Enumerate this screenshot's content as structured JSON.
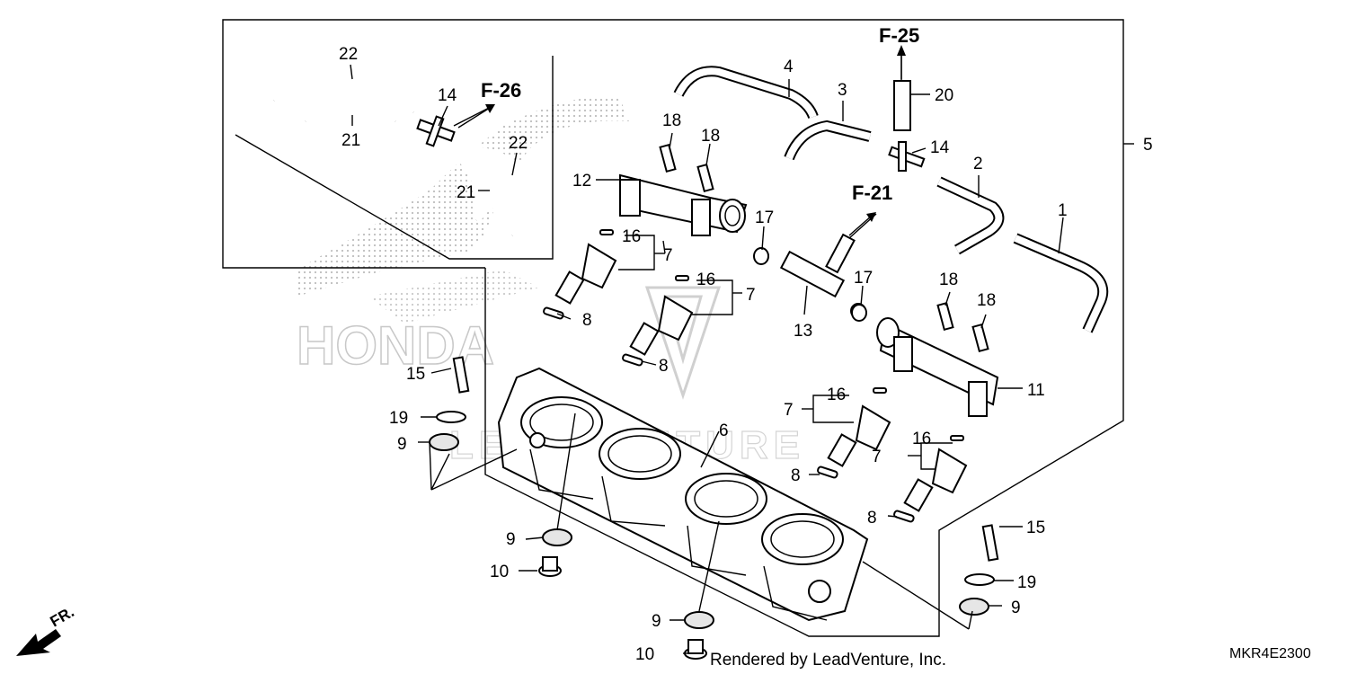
{
  "callouts": {
    "c1": "1",
    "c2": "2",
    "c3": "3",
    "c4": "4",
    "c5": "5",
    "c6": "6",
    "c7": "7",
    "c8": "8",
    "c9": "9",
    "c10": "10",
    "c11": "11",
    "c12": "12",
    "c13": "13",
    "c14": "14",
    "c15": "15",
    "c16": "16",
    "c17": "17",
    "c18": "18",
    "c19": "19",
    "c20": "20",
    "c21": "21",
    "c22": "22"
  },
  "references": {
    "f25": "F-25",
    "f26": "F-26",
    "f21": "F-21"
  },
  "footer": {
    "rendered_by": "Rendered by LeadVenture, Inc.",
    "diagram_code": "MKR4E2300",
    "front_indicator": "FR."
  },
  "watermark": {
    "brand": "HONDA",
    "dealer": "LEADVENTURE"
  }
}
